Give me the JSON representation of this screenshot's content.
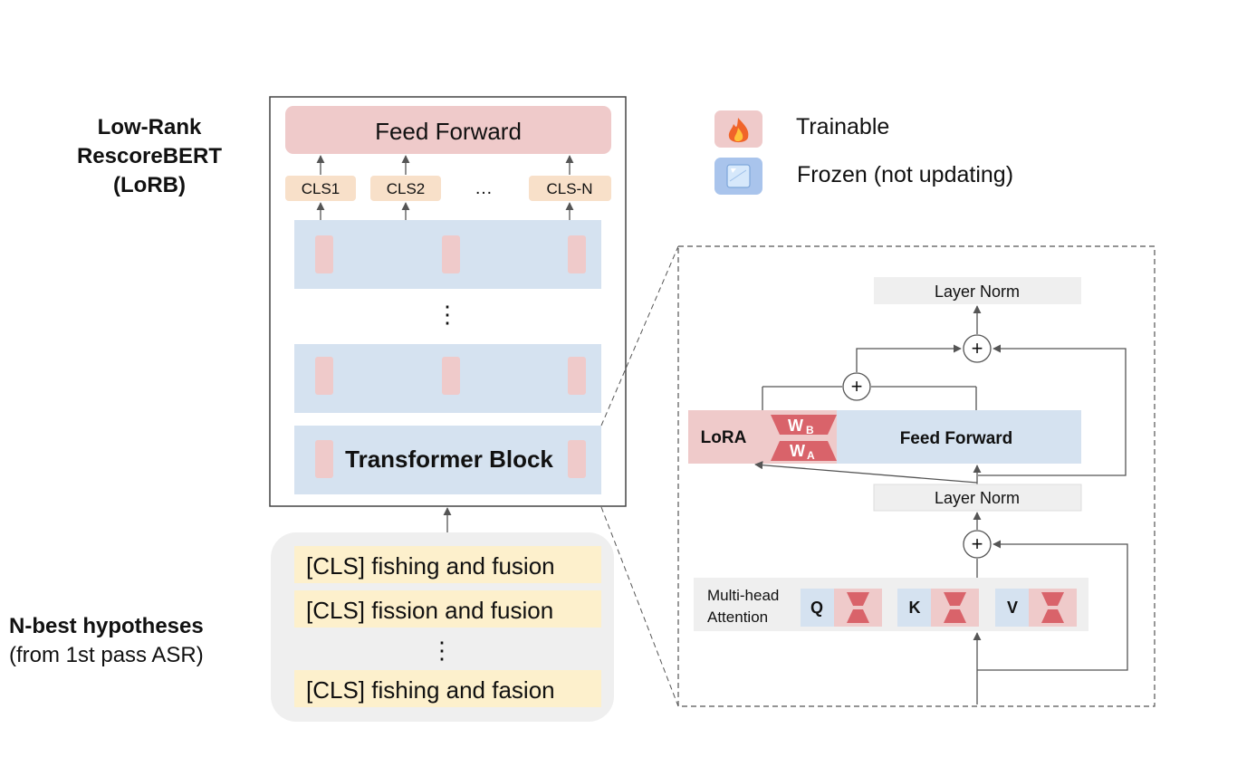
{
  "left_label": {
    "line1": "Low-Rank",
    "line2": "RescoreBERT",
    "line3": "(LoRB)"
  },
  "nbest_label": {
    "title": "N-best hypotheses",
    "subtitle": "(from 1st pass ASR)"
  },
  "model": {
    "feed_forward": "Feed Forward",
    "cls_tokens": [
      "CLS1",
      "CLS2",
      "CLS-N"
    ],
    "cls_ellipsis": "…",
    "vertical_ellipsis": "⋮",
    "transformer_block": "Transformer Block"
  },
  "hypotheses": {
    "items": [
      "[CLS] fishing and fusion",
      "[CLS] fission and fusion",
      "[CLS] fishing and fasion"
    ],
    "ellipsis": "⋮"
  },
  "legend": {
    "trainable": "Trainable",
    "frozen": "Frozen (not updating)",
    "trainable_icon": "fire-icon",
    "frozen_icon": "ice-cube-icon"
  },
  "detail": {
    "layer_norm_top": "Layer Norm",
    "layer_norm_mid": "Layer Norm",
    "lora": "LoRA",
    "wb": "W",
    "wb_sub": "B",
    "wa": "W",
    "wa_sub": "A",
    "feed_forward": "Feed Forward",
    "plus": "+",
    "attention_line1": "Multi-head",
    "attention_line2": "Attention",
    "q": "Q",
    "k": "K",
    "v": "V"
  },
  "colors": {
    "trainable": "#efcaca",
    "trainable_dark": "#d9636a",
    "frozen": "#d5e2f0",
    "cls_fill": "#f8e0c9",
    "hypothesis_fill": "#fdf0cc",
    "gray_panel": "#efefef"
  }
}
